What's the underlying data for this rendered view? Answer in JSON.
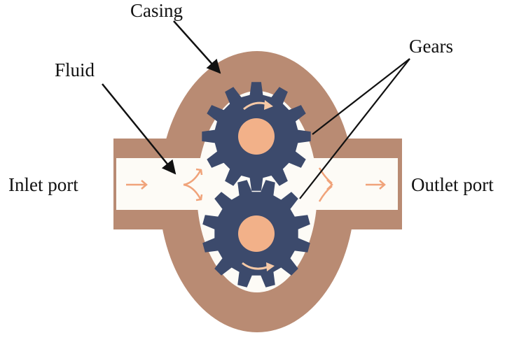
{
  "labels": {
    "casing": "Casing",
    "gears": "Gears",
    "fluid": "Fluid",
    "inlet_port": "Inlet port",
    "outlet_port": "Outlet port"
  },
  "colors": {
    "casing": "#b98b73",
    "pump_cavity": "#fdfbf6",
    "gear": "#3c4a6c",
    "gear_hub": "#f2b189",
    "fluid_arrow": "#f0a37a",
    "rotation_arrow": "#f6c9a6",
    "pointer": "#111111"
  },
  "icons": {
    "top_gear": "gear-icon",
    "bottom_gear": "gear-icon",
    "flow_arrow": "arrow-right-icon",
    "rotation_arrow": "curved-arrow-icon"
  }
}
